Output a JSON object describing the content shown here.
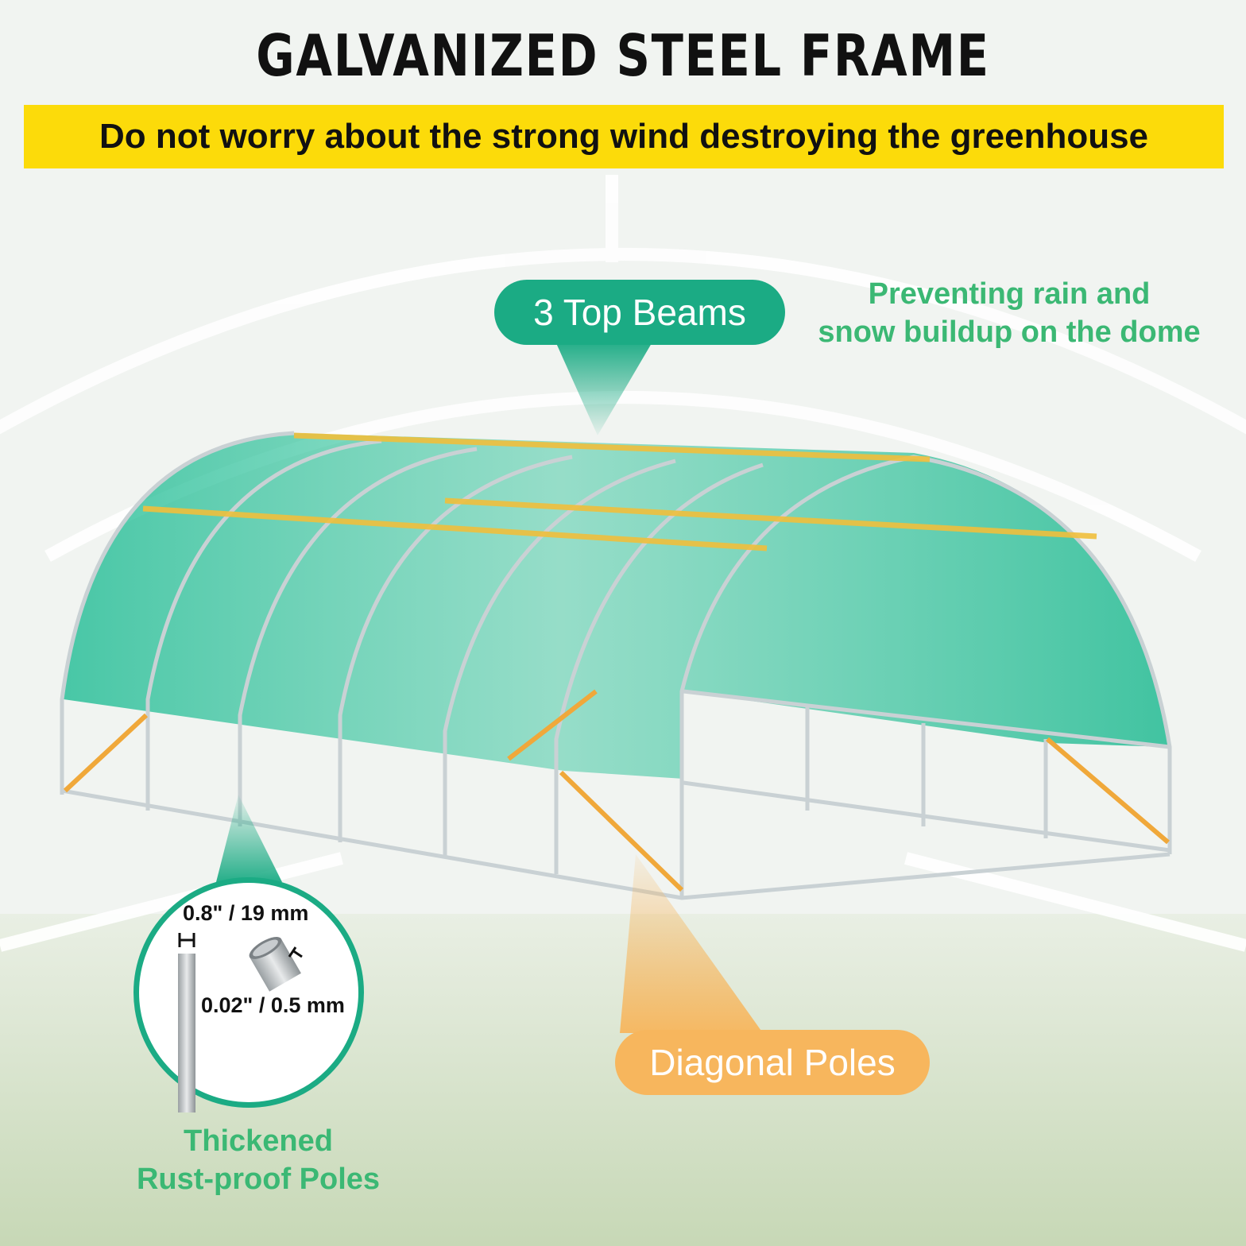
{
  "header": {
    "title": "GALVANIZED STEEL FRAME",
    "banner": "Do not worry about the strong wind destroying the greenhouse"
  },
  "callouts": {
    "top_beams": "3 Top Beams",
    "top_beams_note": [
      "Preventing rain and",
      "snow buildup on the dome"
    ],
    "diagonal_poles": "Diagonal Poles",
    "pole_note": [
      "Thickened",
      "Rust-proof Poles"
    ]
  },
  "pole_detail": {
    "diameter": "0.8\" / 19 mm",
    "wall_thickness": "0.02\" / 0.5 mm"
  },
  "colors": {
    "banner_yellow": "#fcdb0a",
    "accent_green": "#1bab84",
    "text_green": "#3bb874",
    "accent_orange": "#f7b65d"
  }
}
